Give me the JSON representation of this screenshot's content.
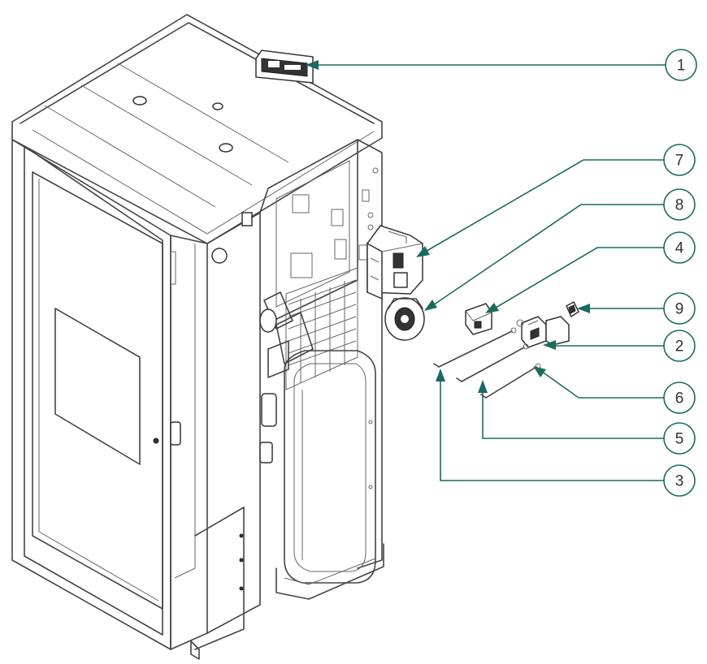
{
  "callouts": [
    {
      "id": "1",
      "label": "1"
    },
    {
      "id": "7",
      "label": "7"
    },
    {
      "id": "8",
      "label": "8"
    },
    {
      "id": "4",
      "label": "4"
    },
    {
      "id": "9",
      "label": "9"
    },
    {
      "id": "2",
      "label": "2"
    },
    {
      "id": "6",
      "label": "6"
    },
    {
      "id": "5",
      "label": "5"
    },
    {
      "id": "3",
      "label": "3"
    }
  ],
  "colors": {
    "leader": "#1a6b5f",
    "outline": "#444444",
    "background": "#ffffff"
  }
}
